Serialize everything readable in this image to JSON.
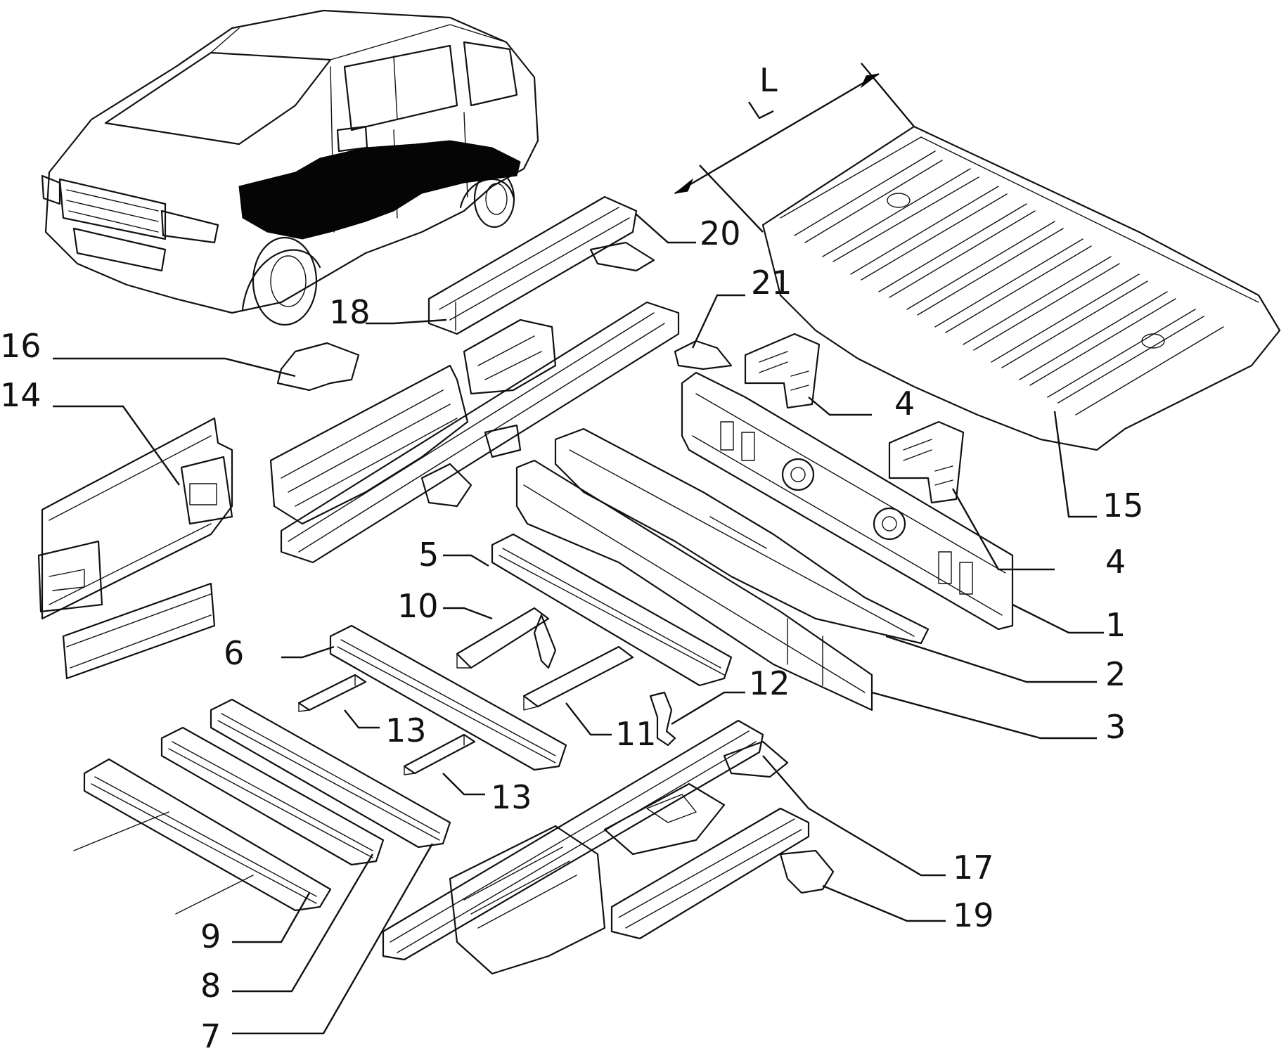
{
  "dimension_label": "L",
  "callouts": [
    {
      "key": "c1",
      "text": "1"
    },
    {
      "key": "c2",
      "text": "2"
    },
    {
      "key": "c3",
      "text": "3"
    },
    {
      "key": "c4a",
      "text": "4"
    },
    {
      "key": "c4b",
      "text": "4"
    },
    {
      "key": "c5",
      "text": "5"
    },
    {
      "key": "c6",
      "text": "6"
    },
    {
      "key": "c7",
      "text": "7"
    },
    {
      "key": "c8",
      "text": "8"
    },
    {
      "key": "c9",
      "text": "9"
    },
    {
      "key": "c10",
      "text": "10"
    },
    {
      "key": "c11",
      "text": "11"
    },
    {
      "key": "c12",
      "text": "12"
    },
    {
      "key": "c13a",
      "text": "13"
    },
    {
      "key": "c13b",
      "text": "13"
    },
    {
      "key": "c14",
      "text": "14"
    },
    {
      "key": "c15",
      "text": "15"
    },
    {
      "key": "c16",
      "text": "16"
    },
    {
      "key": "c17",
      "text": "17"
    },
    {
      "key": "c18",
      "text": "18"
    },
    {
      "key": "c19",
      "text": "19"
    },
    {
      "key": "c20",
      "text": "20"
    },
    {
      "key": "c21",
      "text": "21"
    }
  ]
}
